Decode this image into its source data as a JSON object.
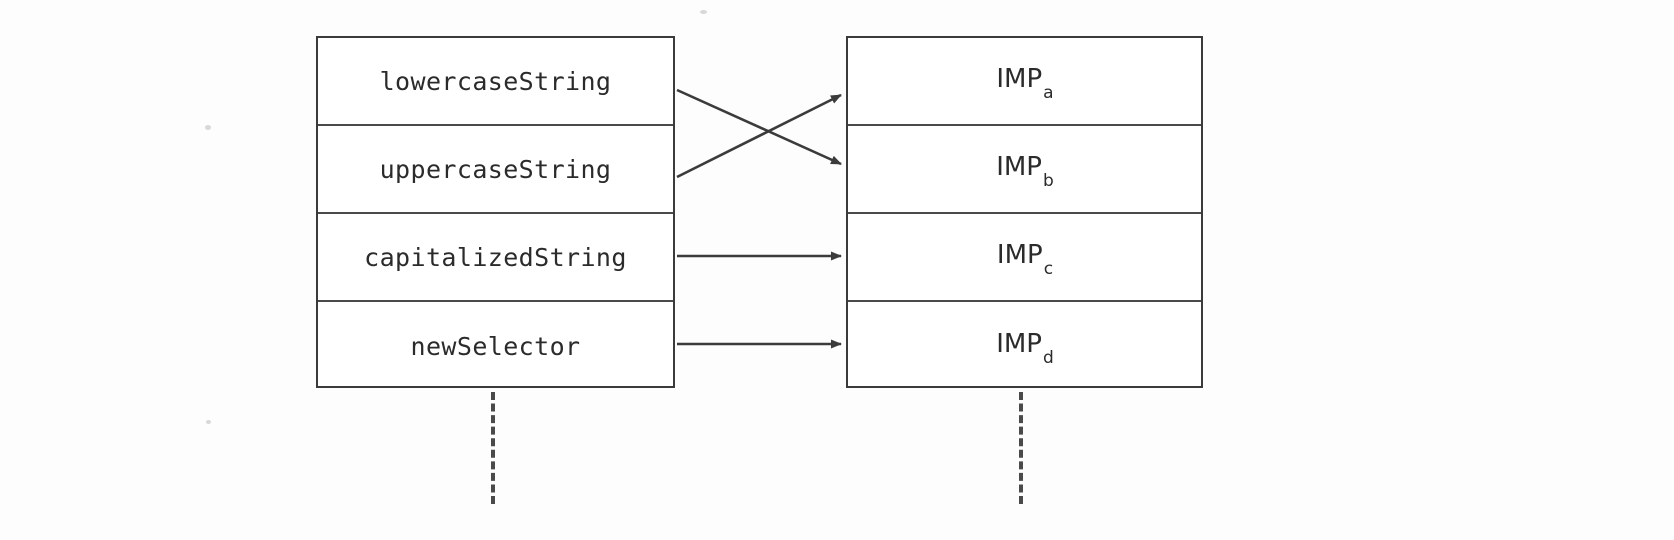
{
  "diagram": {
    "type": "selector-to-imp-mapping",
    "selector_table": {
      "name": "selector-table",
      "rows": [
        {
          "label": "lowercaseString"
        },
        {
          "label": "uppercaseString"
        },
        {
          "label": "capitalizedString"
        },
        {
          "label": "newSelector"
        }
      ],
      "continues_below": true
    },
    "imp_table": {
      "name": "imp-table",
      "rows": [
        {
          "base": "IMP",
          "subscript": "a"
        },
        {
          "base": "IMP",
          "subscript": "b"
        },
        {
          "base": "IMP",
          "subscript": "c"
        },
        {
          "base": "IMP",
          "subscript": "d"
        }
      ],
      "continues_below": true
    },
    "connections": [
      {
        "from": "lowercaseString",
        "to": "IMP_b",
        "style": "crossed"
      },
      {
        "from": "uppercaseString",
        "to": "IMP_a",
        "style": "crossed"
      },
      {
        "from": "capitalizedString",
        "to": "IMP_c",
        "style": "straight"
      },
      {
        "from": "newSelector",
        "to": "IMP_d",
        "style": "straight"
      }
    ],
    "colors": {
      "line": "#3b3b3b",
      "text": "#2b2b2b",
      "background": "#fdfdfd",
      "box_fill": "#ffffff"
    }
  }
}
